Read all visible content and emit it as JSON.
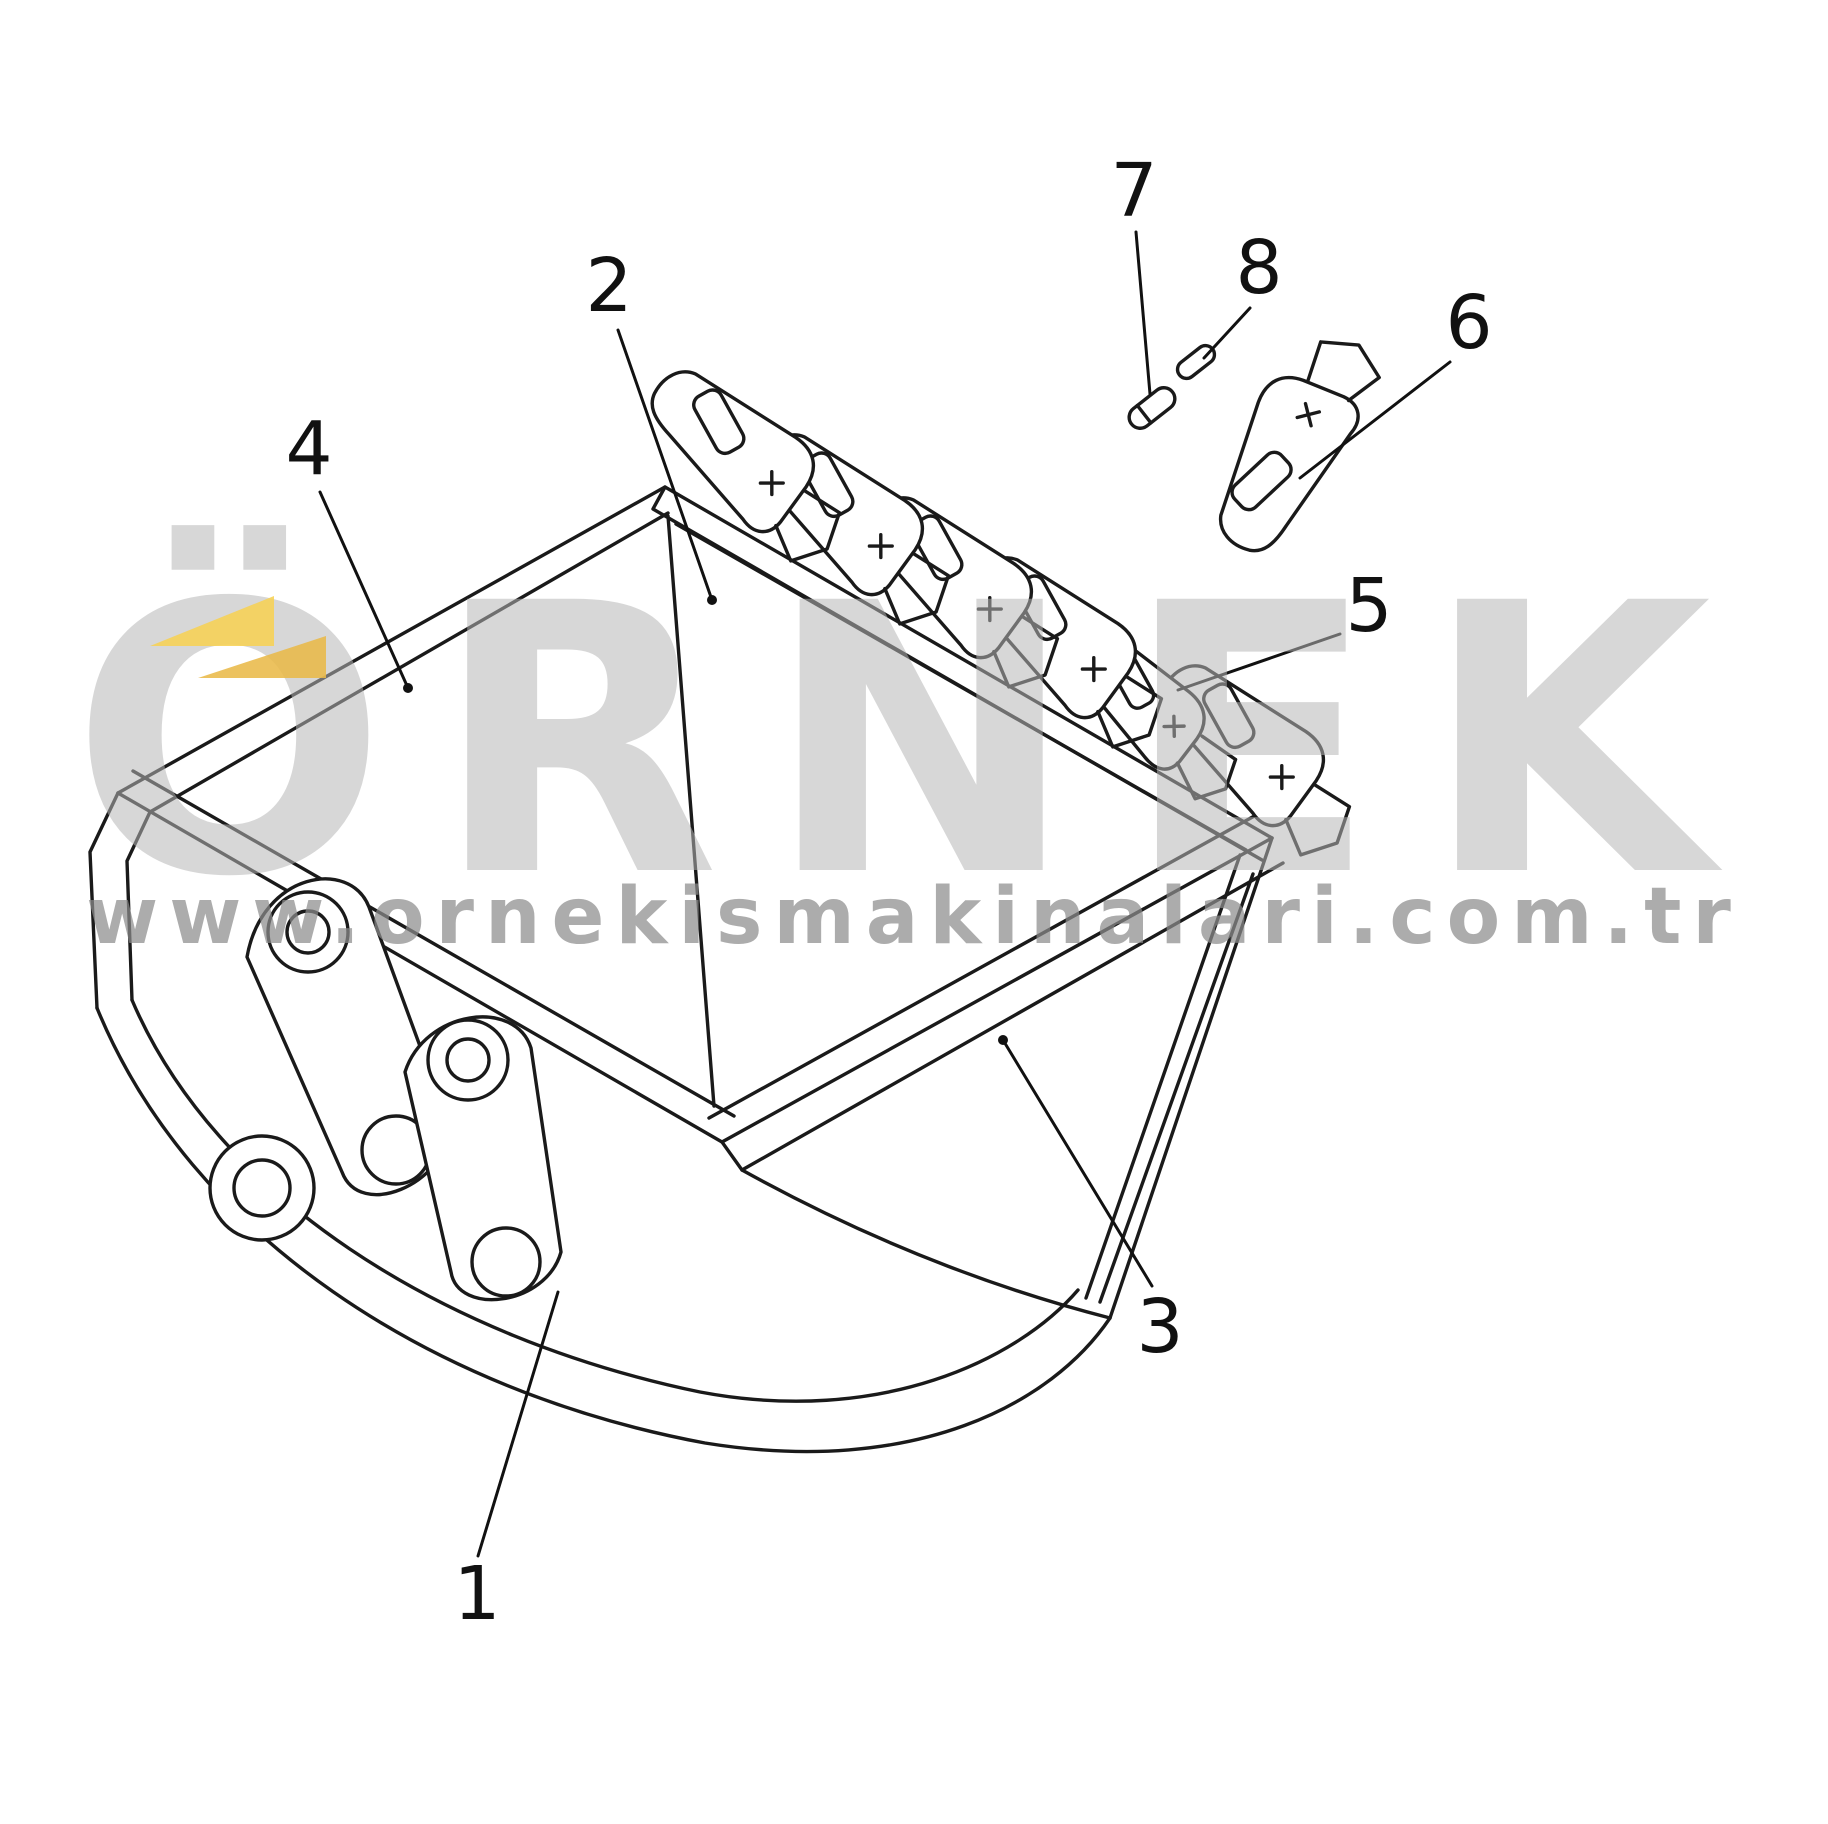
{
  "watermark": {
    "brand": "ÖRNEK",
    "url": "www.ornekismakinalari.com.tr",
    "accent_color": "#F2C94C",
    "brand_color": "#BDBDBD"
  },
  "drawing": {
    "ink_color": "#1A1A1A",
    "background_color": "#FFFFFF",
    "subject": "excavator-bucket-exploded-parts-diagram"
  },
  "callouts": {
    "c1": "1",
    "c2": "2",
    "c3": "3",
    "c4": "4",
    "c5": "5",
    "c6": "6",
    "c7": "7",
    "c8": "8"
  }
}
